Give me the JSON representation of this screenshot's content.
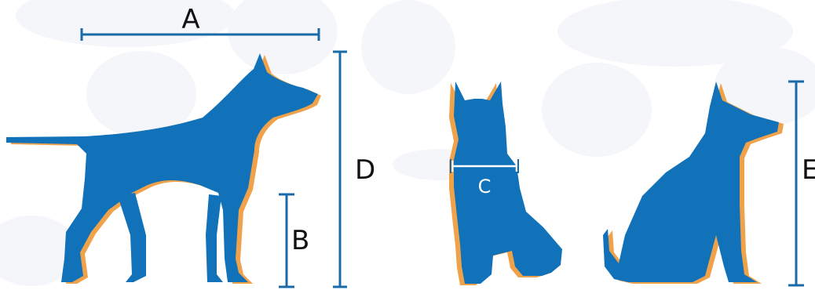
{
  "colors": {
    "dog": "#1172ba",
    "dog_shadow": "#f0a24a",
    "measure_line": "#1a6aa8",
    "label": "#111111",
    "label_on_dog": "#ffffff",
    "background_blob": "#f4f6f9"
  },
  "labels": {
    "a": "A",
    "b": "B",
    "c": "C",
    "d": "D",
    "e": "E"
  },
  "figures": [
    {
      "id": "standing-dog",
      "pose": "standing-side"
    },
    {
      "id": "sitting-front-dog",
      "pose": "sitting-front"
    },
    {
      "id": "sitting-side-dog",
      "pose": "sitting-side"
    }
  ]
}
